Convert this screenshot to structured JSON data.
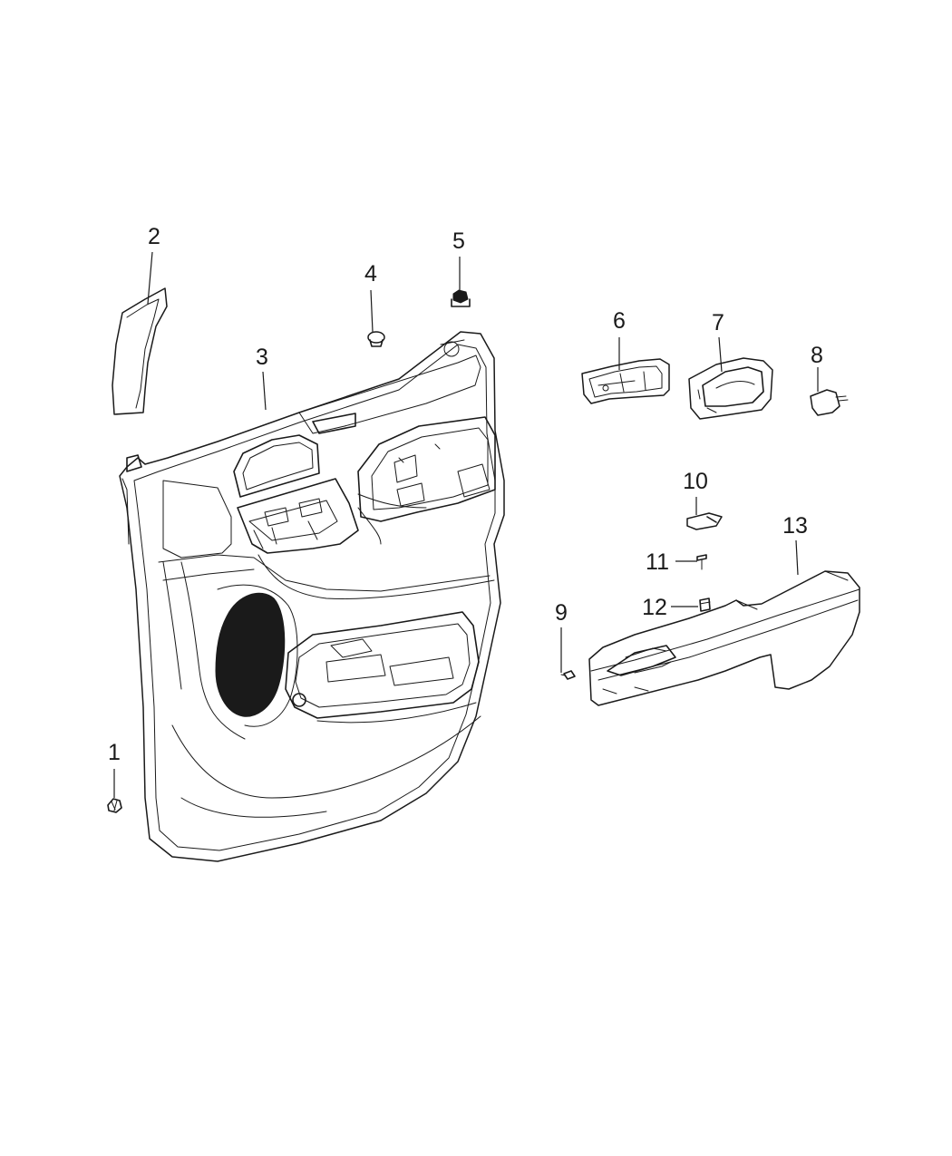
{
  "diagram": {
    "callouts": [
      {
        "id": "1",
        "label": "1",
        "part": "push-pin-fastener"
      },
      {
        "id": "2",
        "label": "2",
        "part": "trim-applique"
      },
      {
        "id": "3",
        "label": "3",
        "part": "door-trim-panel"
      },
      {
        "id": "4",
        "label": "4",
        "part": "retainer-clip"
      },
      {
        "id": "5",
        "label": "5",
        "part": "grommet"
      },
      {
        "id": "6",
        "label": "6",
        "part": "inside-handle"
      },
      {
        "id": "7",
        "label": "7",
        "part": "handle-bezel"
      },
      {
        "id": "8",
        "label": "8",
        "part": "cap-plug"
      },
      {
        "id": "9",
        "label": "9",
        "part": "screw"
      },
      {
        "id": "10",
        "label": "10",
        "part": "cover-cap"
      },
      {
        "id": "11",
        "label": "11",
        "part": "screw"
      },
      {
        "id": "12",
        "label": "12",
        "part": "nut-clip"
      },
      {
        "id": "13",
        "label": "13",
        "part": "armrest"
      }
    ],
    "colors": {
      "ink": "#1a1a1a",
      "background": "#ffffff",
      "speaker_grille": "#1a1a1a"
    }
  }
}
